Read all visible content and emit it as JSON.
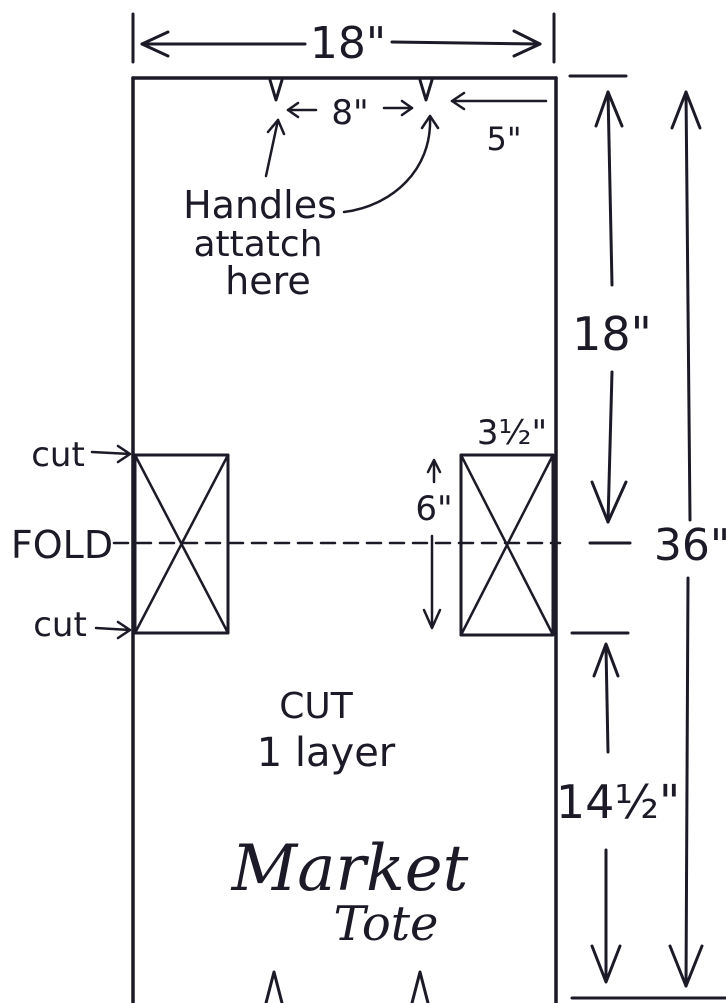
{
  "dimensions": {
    "width_total": "18\"",
    "handle_spacing": "8\"",
    "handle_edge_offset": "5\"",
    "upper_height": "18\"",
    "total_height": "36\"",
    "notch_width": "3½\"",
    "notch_height": "6\"",
    "lower_height": "14½\""
  },
  "labels": {
    "handles_line1": "Handles",
    "handles_line2": "attatch",
    "handles_line3": "here",
    "cut_top": "cut",
    "fold": "FOLD",
    "cut_bottom": "cut",
    "cut_instruction_line1": "CUT",
    "cut_instruction_line2": "1 layer",
    "title_line1": "Market",
    "title_line2": "Tote"
  },
  "colors": {
    "ink": "#1c1a26",
    "paper": "#ffffff"
  }
}
